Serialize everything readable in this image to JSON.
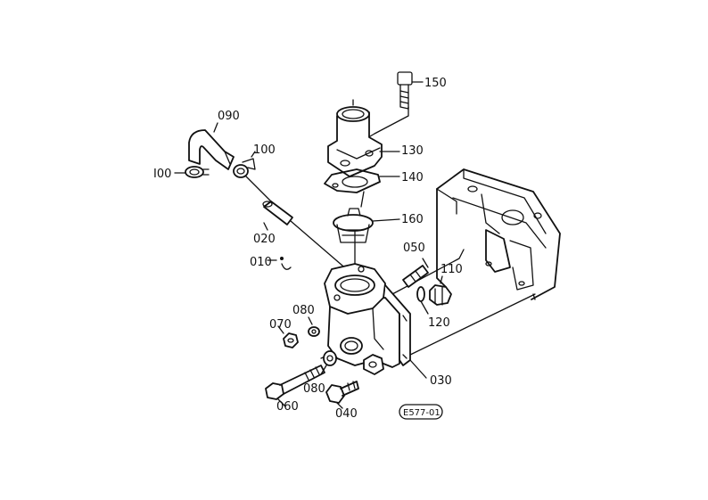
{
  "diagram": {
    "figure_code": "E577-01",
    "callouts": [
      {
        "id": "c150",
        "text": "150"
      },
      {
        "id": "c090",
        "text": "090"
      },
      {
        "id": "c100a",
        "text": "100"
      },
      {
        "id": "c100b",
        "text": "I00"
      },
      {
        "id": "c130",
        "text": "130"
      },
      {
        "id": "c140",
        "text": "140"
      },
      {
        "id": "c160",
        "text": "160"
      },
      {
        "id": "c020",
        "text": "020"
      },
      {
        "id": "c010",
        "text": "010"
      },
      {
        "id": "c050",
        "text": "050"
      },
      {
        "id": "c110",
        "text": "110"
      },
      {
        "id": "c120",
        "text": "120"
      },
      {
        "id": "c080a",
        "text": "080"
      },
      {
        "id": "c070",
        "text": "070"
      },
      {
        "id": "c080b",
        "text": "080"
      },
      {
        "id": "c030",
        "text": "030"
      },
      {
        "id": "c060",
        "text": "060"
      },
      {
        "id": "c040",
        "text": "040"
      }
    ]
  }
}
